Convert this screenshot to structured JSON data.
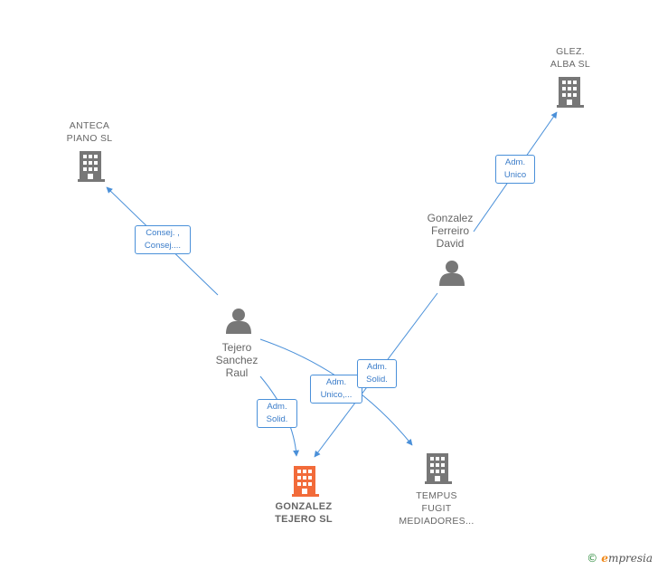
{
  "colors": {
    "edge": "#4a90d9",
    "node_gray": "#777777",
    "node_focus": "#f26b3a"
  },
  "nodes": {
    "anteca": {
      "label": "ANTECA\nPIANO  SL",
      "icon": "building-icon"
    },
    "glez": {
      "label": "GLEZ.\nALBA  SL",
      "icon": "building-icon"
    },
    "gonzalez_ferreiro": {
      "label": "Gonzalez\nFerreiro\nDavid",
      "icon": "person-icon"
    },
    "tejero": {
      "label": "Tejero\nSanchez\nRaul",
      "icon": "person-icon"
    },
    "gonzalez_tejero": {
      "label": "GONZALEZ\nTEJERO  SL",
      "icon": "building-icon"
    },
    "tempus": {
      "label": "TEMPUS\nFUGIT\nMEDIADORES...",
      "icon": "building-icon"
    }
  },
  "edges": {
    "tejero_anteca": "Consej. ,\nConsej....",
    "ferreiro_glez": "Adm.\nUnico",
    "tejero_gonzalez": "Adm.\nSolid.",
    "tejero_tempus": "Adm.\nUnico,...",
    "ferreiro_gonzalez": "Adm.\nSolid."
  },
  "footer": {
    "copyright": "©",
    "brand_initial": "e",
    "brand_rest": "mpresia"
  }
}
